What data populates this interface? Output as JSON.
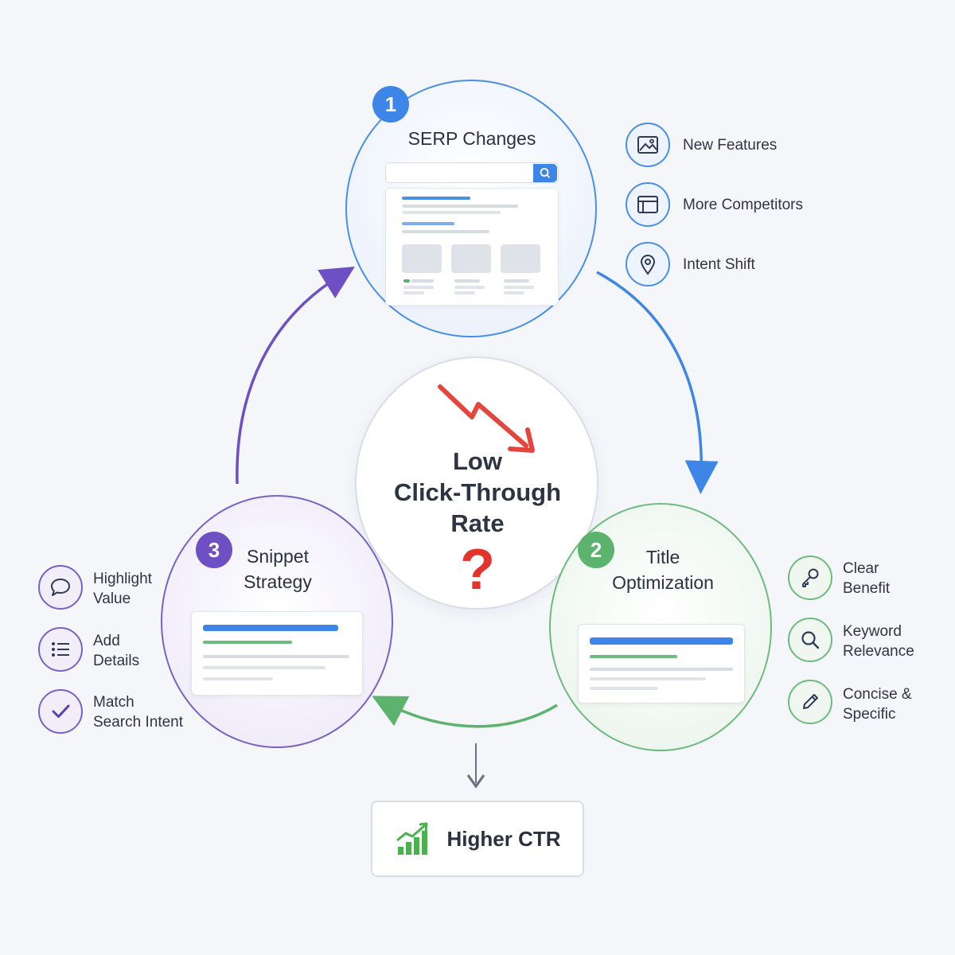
{
  "center": {
    "lines": [
      "Low",
      "Click-Through",
      "Rate"
    ],
    "question_mark": "?"
  },
  "stages": {
    "serp": {
      "number": "1",
      "title": "SERP Changes"
    },
    "title": {
      "number": "2",
      "title_line1": "Title",
      "title_line2": "Optimization"
    },
    "snippet": {
      "number": "3",
      "title_line1": "Snippet",
      "title_line2": "Strategy"
    }
  },
  "serp_features": [
    {
      "label": "New Features",
      "icon": "image-icon"
    },
    {
      "label": "More Competitors",
      "icon": "browser-window-icon"
    },
    {
      "label": "Intent Shift",
      "icon": "location-pin-icon"
    }
  ],
  "title_features": [
    {
      "line1": "Clear",
      "line2": "Benefit",
      "icon": "key-icon"
    },
    {
      "line1": "Keyword",
      "line2": "Relevance",
      "icon": "magnifier-icon"
    },
    {
      "line1": "Concise &",
      "line2": "Specific",
      "icon": "pencil-icon"
    }
  ],
  "snippet_features": [
    {
      "line1": "Highlight",
      "line2": "Value",
      "icon": "speech-bubble-icon"
    },
    {
      "line1": "Add",
      "line2": "Details",
      "icon": "list-icon"
    },
    {
      "line1": "Match",
      "line2": "Search Intent",
      "icon": "checkmark-icon"
    }
  ],
  "result": {
    "label": "Higher CTR",
    "icon": "bar-chart-growth-icon"
  },
  "colors": {
    "serp": "#4a8fe6",
    "title": "#6dbb7e",
    "snippet": "#7a62c4",
    "down_arrow": "#e5453d",
    "question": "#e0342d",
    "growth": "#4caf50"
  }
}
